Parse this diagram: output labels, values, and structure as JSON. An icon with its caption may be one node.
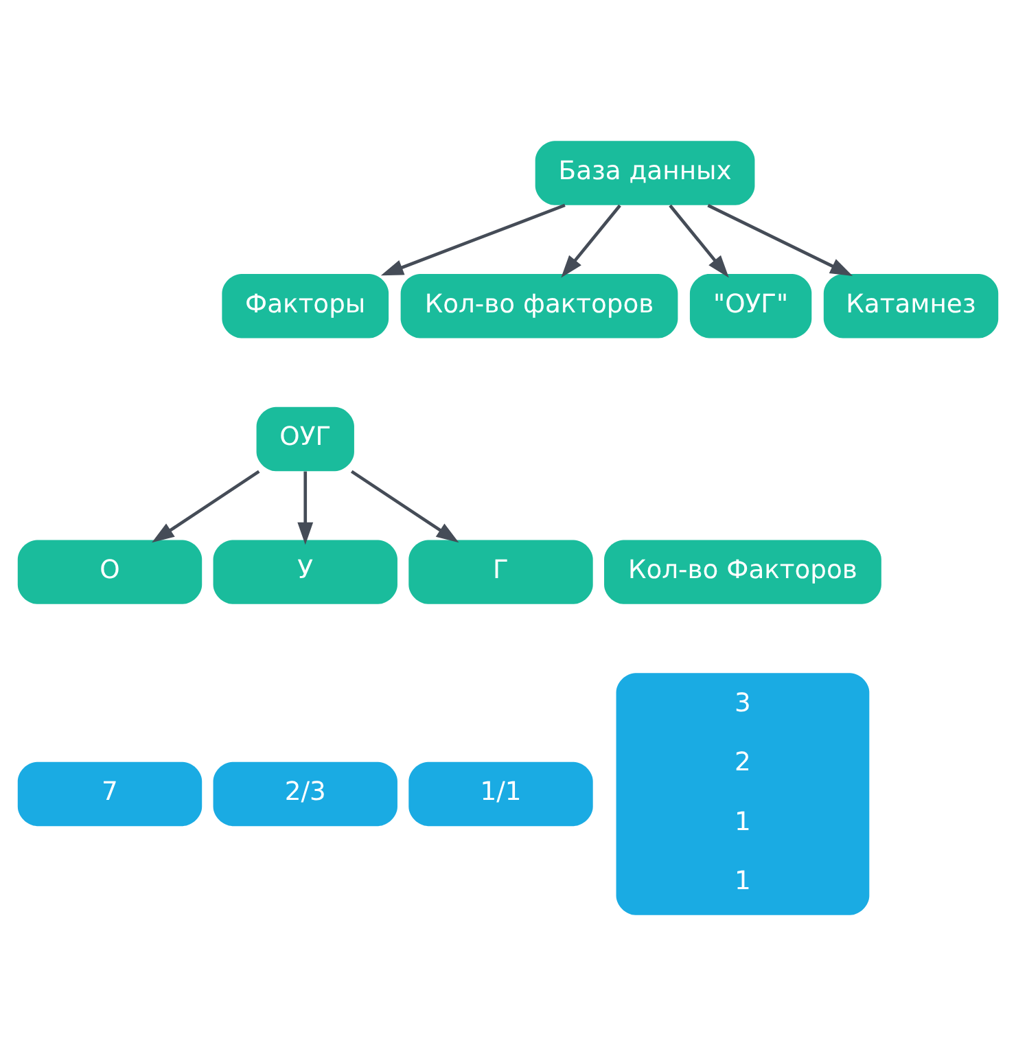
{
  "diagram": {
    "nodes": [
      {
        "text": [
          "База данных"
        ]
      },
      {
        "text": [
          "Факторы"
        ]
      },
      {
        "text": [
          "Кол-во факторов"
        ]
      },
      {
        "text": [
          "\"ОУГ\""
        ]
      },
      {
        "text": [
          "Катамнез"
        ]
      },
      {
        "text": [
          "ОУГ"
        ]
      },
      {
        "text": [
          "О"
        ]
      },
      {
        "text": [
          "У"
        ]
      },
      {
        "text": [
          "Г"
        ]
      },
      {
        "text": [
          "7"
        ]
      },
      {
        "text": [
          "2/3"
        ]
      },
      {
        "text": [
          "1/1"
        ]
      },
      {
        "text": [
          "Кол-во Факторов"
        ]
      },
      {
        "text": [
          "3",
          "2",
          "1",
          "1"
        ]
      }
    ],
    "edges": [
      {
        "from": 0,
        "to": 1,
        "arrow": "to"
      },
      {
        "from": 0,
        "to": 2,
        "arrow": "to"
      },
      {
        "from": 0,
        "to": 3,
        "arrow": "to"
      },
      {
        "from": 0,
        "to": 4,
        "arrow": "to"
      },
      {
        "from": 5,
        "to": 6,
        "arrow": "to"
      },
      {
        "from": 5,
        "to": 7,
        "arrow": "to"
      },
      {
        "from": 5,
        "to": 8,
        "arrow": "to"
      }
    ]
  }
}
